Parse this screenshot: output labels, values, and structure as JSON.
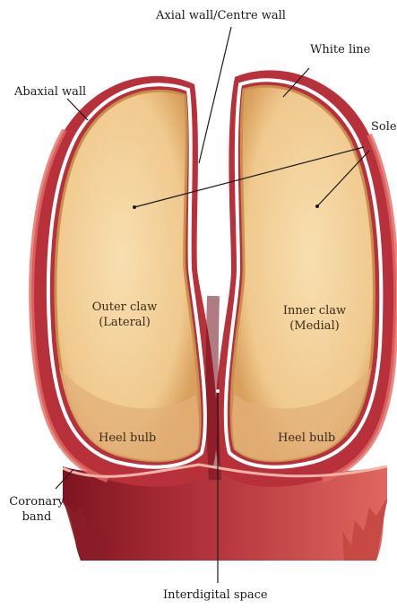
{
  "labels": {
    "axial_wall": "Axial wall/Centre wall",
    "white_line": "White line",
    "abaxial_wall": "Abaxial wall",
    "sole": "Sole",
    "outer_claw_1": "Outer claw",
    "outer_claw_2": "(Lateral)",
    "inner_claw_1": "Inner claw",
    "inner_claw_2": "(Medial)",
    "heel_bulb_left": "Heel bulb",
    "heel_bulb_right": "Heel bulb",
    "coronary_band_1": "Coronary",
    "coronary_band_2": "band",
    "interdigital_space": "Interdigital space"
  },
  "colors": {
    "outer_wall_light": "#e26a63",
    "outer_wall_dark": "#8e1c26",
    "hoof_wall": "#b8303a",
    "white_line": "#ffffff",
    "sole_rim": "#c98f4c",
    "sole_fill": "#f2cf98",
    "sole_center": "#f7dcab",
    "heel_fill": "#e2b07a",
    "skin": "#9d2a33",
    "leader": "#1a1a1a"
  }
}
